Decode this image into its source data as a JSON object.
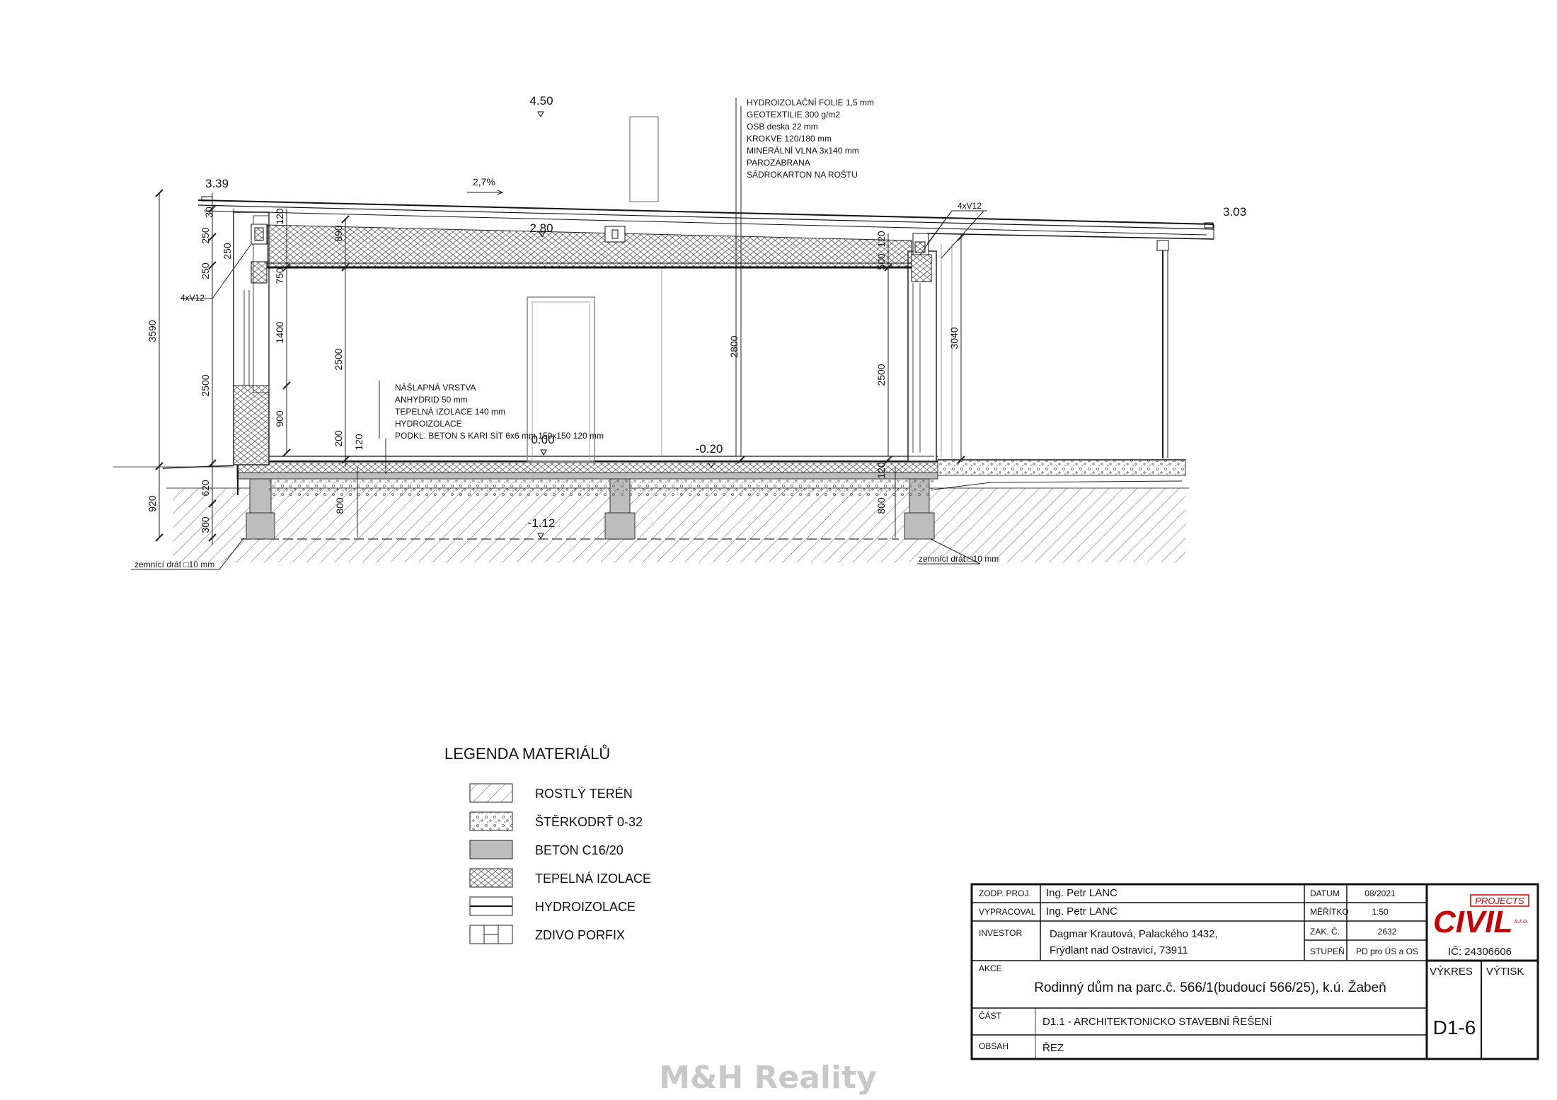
{
  "section": {
    "levels": {
      "top": "4.50",
      "left_eave": "3.39",
      "right_eave": "3.03",
      "ceiling": "2.80",
      "floor": "0.00",
      "terrace": "-0.20",
      "foundation": "-1.12"
    },
    "slope": "2,7%",
    "roof_layers": [
      "HYDROIZOLAČNÍ FOLIE  1,5 mm",
      "GEOTEXTILIE  300 g/m2",
      "OSB deska   22 mm",
      "KROKVE   120/180  mm",
      "MINERÁLNÍ VLNA 3x140 mm",
      "PAROZÁBRANA",
      "SÁDROKARTON NA ROŠTU"
    ],
    "floor_layers": [
      "NÁŠLAPNÁ VRSTVA",
      "ANHYDRID 50 mm",
      "TEPELNÁ IZOLACE 140 mm",
      "HYDROIZOLACE",
      "PODKL. BETON S  KARI SÍT 6x6 mm 150x150  120 mm"
    ],
    "rebar_left": "4xV12",
    "rebar_right": "4xV12",
    "ground_wire_left": "zemnící drát □10 mm",
    "ground_wire_right": "zemnící drát □10 mm",
    "dims": {
      "d3590": "3590",
      "d920": "920",
      "d2500a": "2500",
      "d250a": "250",
      "d250b": "250",
      "d620": "620",
      "d300": "300",
      "d30": "30",
      "d250c": "250",
      "d120a": "120",
      "d750": "750",
      "d1400": "1400",
      "d900": "900",
      "d890": "890",
      "d2500b": "2500",
      "d200": "200",
      "d800a": "800",
      "d120b": "120",
      "d2800": "2800",
      "d120c": "120",
      "d500": "500",
      "d2500c": "2500",
      "d120d": "120",
      "d800b": "800",
      "d3040": "3040"
    }
  },
  "legend": {
    "title": "LEGENDA MATERIÁLŮ",
    "items": [
      {
        "label": "ROSTLÝ TERÉN",
        "icon": "hatch-diagonal-icon"
      },
      {
        "label": "ŠTĚRKODRŤ   0-32",
        "icon": "gravel-icon"
      },
      {
        "label": "BETON  C16/20",
        "icon": "concrete-icon"
      },
      {
        "label": "TEPELNÁ IZOLACE",
        "icon": "insulation-icon"
      },
      {
        "label": "HYDROIZOLACE",
        "icon": "waterproofing-icon"
      },
      {
        "label": "ZDIVO PORFIX",
        "icon": "masonry-icon"
      }
    ]
  },
  "title_block": {
    "zodp_label": "ZODP. PROJ.",
    "zodp_value": "Ing. Petr LANC",
    "vypracoval_label": "VYPRACOVAL",
    "vypracoval_value": "Ing. Petr LANC",
    "investor_label": "INVESTOR",
    "investor_line1": "Dagmar Krautová, Palackého 1432,",
    "investor_line2": "Frýdlant nad Ostravicí, 73911",
    "datum_label": "DATUM",
    "datum_value": "08/2021",
    "meritko_label": "MĚŘÍTKO",
    "meritko_value": "1:50",
    "zak_label": "ZAK. Č.",
    "zak_value": "2632",
    "stupen_label": "STUPEŇ",
    "stupen_value": "PD pro ÚS a OS",
    "logo_top": "PROJECTS",
    "logo_main": "CIVIL",
    "logo_suffix": "s.r.o.",
    "ic": "IČ: 24306606",
    "akce_label": "AKCE",
    "akce_value": "Rodinný dům na parc.č. 566/1(budoucí 566/25), k.ú. Žabeň",
    "vykres_label": "VÝKRES",
    "vytisk_label": "VÝTISK",
    "cast_label": "ČÁST",
    "cast_value": "D1.1  - ARCHITEKTONICKO STAVEBNÍ ŘEŠENÍ",
    "obsah_label": "OBSAH",
    "obsah_value": "ŘEZ",
    "drawing_no": "D1-6"
  },
  "watermark": "M&H Reality"
}
